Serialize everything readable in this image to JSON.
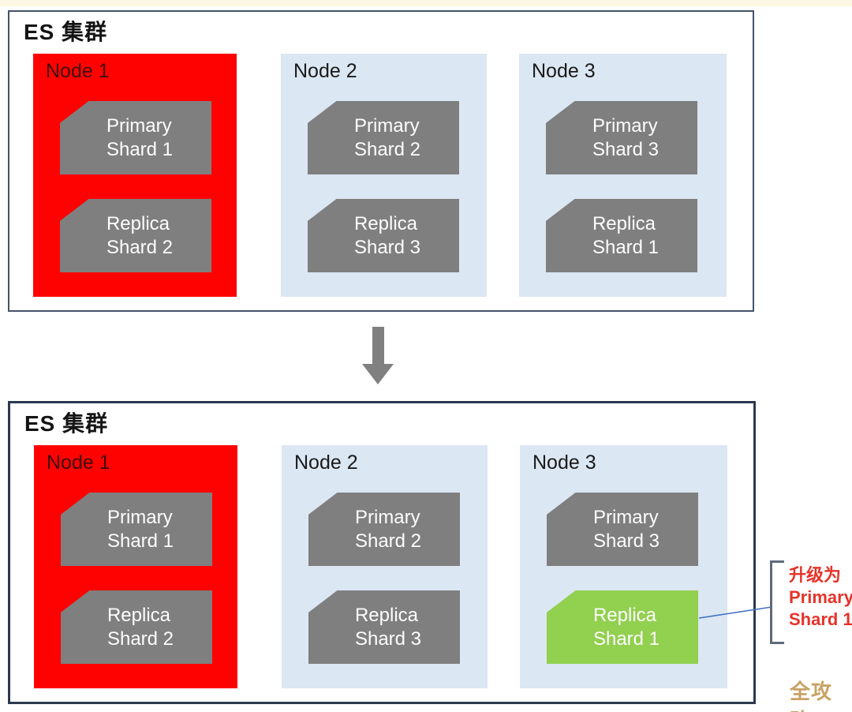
{
  "colors": {
    "node_red": "#fe0202",
    "node_blue": "#dbe7f3",
    "shard_gray": "#7f7f7f",
    "shard_green": "#92d050",
    "node1_label_red": "#3f0d0b",
    "node_label_black": "#1a1a1a",
    "annotation_red": "#e6332a",
    "connector_blue": "#4472c4",
    "arrow_gray": "#808080",
    "watermark_gold": "#c8a264"
  },
  "clusters": [
    {
      "title": "ES 集群",
      "nodes": [
        {
          "label": "Node 1",
          "bg": "#fe0202",
          "label_color": "#3f0d0b",
          "shards": [
            {
              "line1": "Primary",
              "line2": "Shard 1",
              "bg": "#7f7f7f"
            },
            {
              "line1": "Replica",
              "line2": "Shard 2",
              "bg": "#7f7f7f"
            }
          ]
        },
        {
          "label": "Node 2",
          "bg": "#dbe7f3",
          "label_color": "#1a1a1a",
          "shards": [
            {
              "line1": "Primary",
              "line2": "Shard 2",
              "bg": "#7f7f7f"
            },
            {
              "line1": "Replica",
              "line2": "Shard 3",
              "bg": "#7f7f7f"
            }
          ]
        },
        {
          "label": "Node 3",
          "bg": "#dbe7f3",
          "label_color": "#1a1a1a",
          "shards": [
            {
              "line1": "Primary",
              "line2": "Shard 3",
              "bg": "#7f7f7f"
            },
            {
              "line1": "Replica",
              "line2": "Shard 1",
              "bg": "#7f7f7f"
            }
          ]
        }
      ]
    },
    {
      "title": "ES 集群",
      "nodes": [
        {
          "label": "Node 1",
          "bg": "#fe0202",
          "label_color": "#3f0d0b",
          "shards": [
            {
              "line1": "Primary",
              "line2": "Shard 1",
              "bg": "#7f7f7f"
            },
            {
              "line1": "Replica",
              "line2": "Shard 2",
              "bg": "#7f7f7f"
            }
          ]
        },
        {
          "label": "Node 2",
          "bg": "#dbe7f3",
          "label_color": "#1a1a1a",
          "shards": [
            {
              "line1": "Primary",
              "line2": "Shard 2",
              "bg": "#7f7f7f"
            },
            {
              "line1": "Replica",
              "line2": "Shard 3",
              "bg": "#7f7f7f"
            }
          ]
        },
        {
          "label": "Node 3",
          "bg": "#dbe7f3",
          "label_color": "#1a1a1a",
          "shards": [
            {
              "line1": "Primary",
              "line2": "Shard 3",
              "bg": "#7f7f7f"
            },
            {
              "line1": "Replica",
              "line2": "Shard 1",
              "bg": "#92d050"
            }
          ]
        }
      ]
    }
  ],
  "annotation": {
    "line1": "升级为",
    "line2": "Primary",
    "line3": "Shard 1"
  },
  "watermark": {
    "text": "全攻略"
  }
}
